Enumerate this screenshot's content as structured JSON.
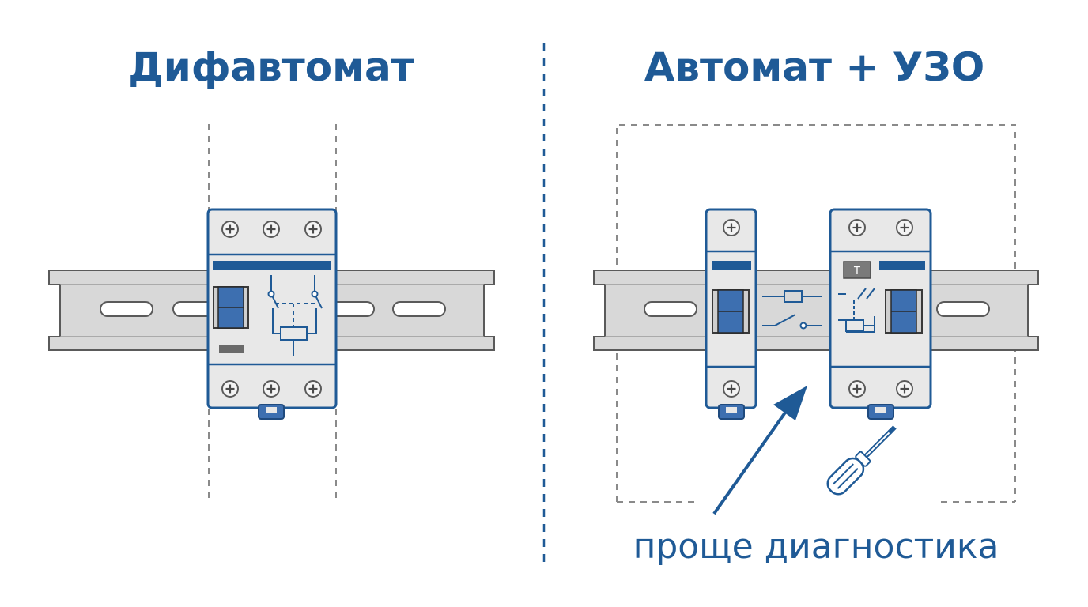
{
  "left": {
    "title": "Дифавтомат"
  },
  "right": {
    "title": "Автомат + УЗО",
    "test_button_label": "T"
  },
  "caption": "проще диагностика",
  "colors": {
    "accent": "#1f5a96",
    "handle": "#3d6fb0",
    "device_body": "#e8e8e8",
    "rail": "#d8d8d8",
    "outline": "#5a5a5a",
    "dash": "#8a8a8a"
  },
  "icons": [
    "screw-terminal-icon",
    "screwdriver-icon",
    "arrow-icon"
  ]
}
